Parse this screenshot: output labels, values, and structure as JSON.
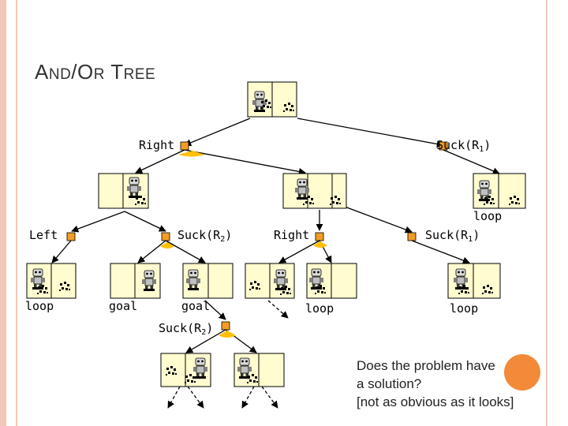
{
  "title": {
    "big_A": "A",
    "small_ND": "ND",
    "slash_O": "/O",
    "small_R": "R",
    "space_T": " T",
    "small_REE": "REE"
  },
  "labels": {
    "right_1": "Right",
    "suck_r1_1": "Suck(R",
    "sub_1": "1",
    "close_paren": ")",
    "left": "Left",
    "suck_r2_1": "Suck(R",
    "sub_2": "2",
    "right_2": "Right",
    "loop": "loop",
    "suck_r1_2": "Suck(R",
    "goal": "goal",
    "suck_r2_2": "Suck(R"
  },
  "outcomes": {
    "loop_1": "loop",
    "goal_1": "goal",
    "goal_2": "goal",
    "loop_2": "loop",
    "loop_3": "loop"
  },
  "note": {
    "line1": "Does the problem have",
    "line2": "a solution?",
    "line3": "[not as obvious as it looks]"
  },
  "colors": {
    "frame": "#f3c9b5",
    "and_node": "#ffc000",
    "or_node": "#f29d26",
    "cell": "#fffccf",
    "accent_circle": "#f28a3a"
  }
}
